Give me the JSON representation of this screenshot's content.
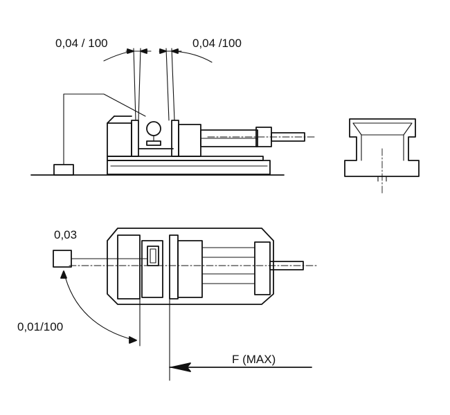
{
  "labels": {
    "top_left_tolerance": "0,04 / 100",
    "top_right_tolerance": "0,04 /100",
    "plan_tolerance": "0,03",
    "angular_tolerance": "0,01/100",
    "force": "F (MAX)"
  }
}
